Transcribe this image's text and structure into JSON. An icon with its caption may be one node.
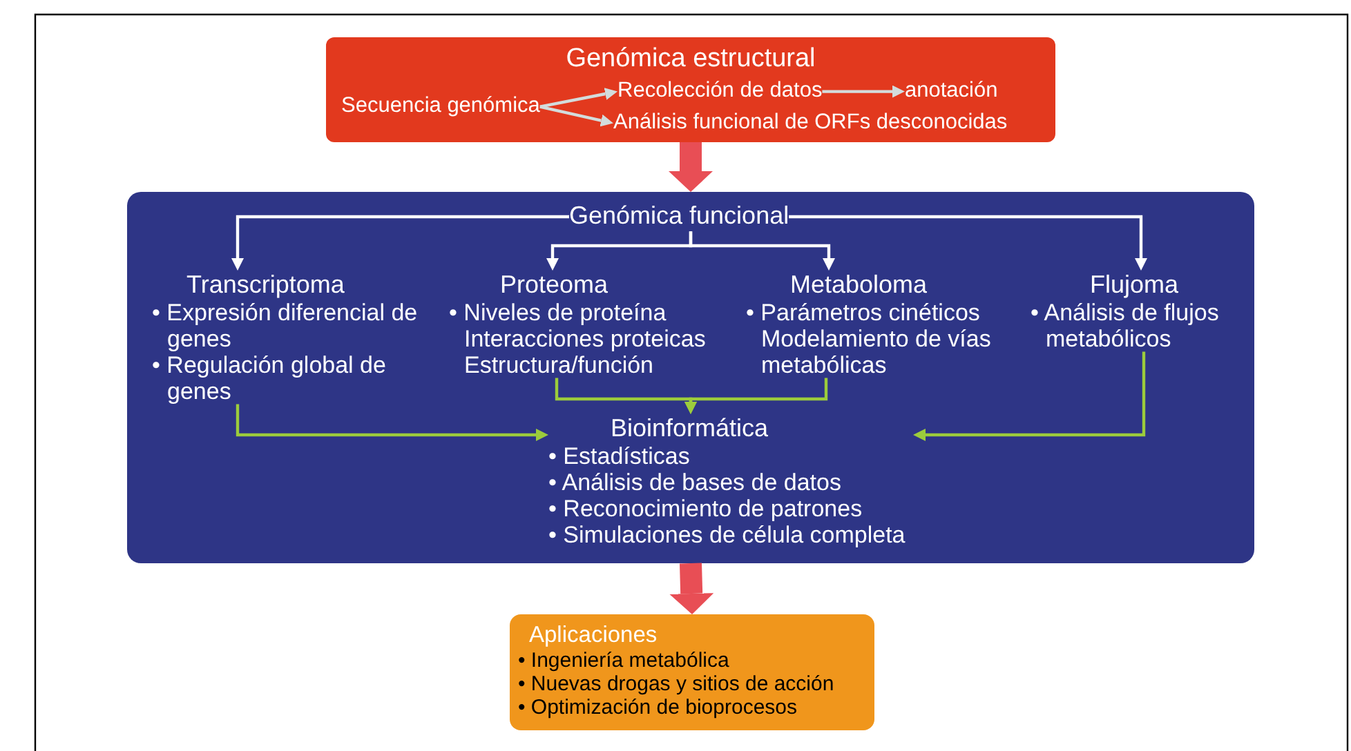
{
  "diagram": {
    "nodes": [
      {
        "text": [
          "Genómica estructural"
        ]
      },
      {
        "text": [
          "Secuencia genómica"
        ],
        "in": 0
      },
      {
        "text": [
          "Recolección de datos"
        ],
        "in": 0
      },
      {
        "text": [
          "anotación"
        ],
        "in": 0
      },
      {
        "text": [
          "Análisis funcional de ORFs desconocidas"
        ],
        "in": 0
      },
      {
        "text": [],
        "shape": "box"
      },
      {
        "text": [
          "Genómica funcional"
        ],
        "in": 5
      },
      {
        "text": [
          "Transcriptoma",
          "• Expresión diferencial de genes",
          "• Regulación global de genes"
        ],
        "in": 5
      },
      {
        "text": [
          "Proteoma",
          "• Niveles de proteína",
          "Interacciones proteicas",
          "Estructura/función"
        ],
        "in": 5
      },
      {
        "text": [
          "Metaboloma",
          "• Parámetros cinéticos",
          "Modelamiento de vías metabólicas"
        ],
        "in": 5
      },
      {
        "text": [
          "Flujoma",
          "• Análisis de flujos metabólicos"
        ],
        "in": 5
      },
      {
        "text": [
          "Bioinformática",
          "• Estadísticas",
          "• Análisis de bases de datos",
          "• Reconocimiento de patrones",
          "• Simulaciones de célula completa"
        ],
        "in": 5
      },
      {
        "text": [
          "Aplicaciones",
          "• Ingeniería metabólica",
          "• Nuevas drogas y sitios de acción",
          "• Optimización de bioprocesos"
        ]
      }
    ],
    "edges": [
      {
        "from": 1,
        "to": 2,
        "arrow": "to",
        "color": "#d3dcdc"
      },
      {
        "from": 1,
        "to": 4,
        "arrow": "to",
        "color": "#d3dcdc"
      },
      {
        "from": 2,
        "to": 3,
        "arrow": "to",
        "color": "#d3dcdc"
      },
      {
        "from": 6,
        "to": 7,
        "arrow": "to",
        "color": "#ffffff"
      },
      {
        "from": 6,
        "to": 8,
        "arrow": "to",
        "color": "#ffffff"
      },
      {
        "from": 6,
        "to": 9,
        "arrow": "to",
        "color": "#ffffff"
      },
      {
        "from": 6,
        "to": 10,
        "arrow": "to",
        "color": "#ffffff"
      },
      {
        "from": 7,
        "to": 11,
        "arrow": "to",
        "color": "#9ccc3c"
      },
      {
        "from": 8,
        "to": 11,
        "arrow": "to",
        "color": "#9ccc3c"
      },
      {
        "from": 9,
        "to": 11,
        "arrow": "to",
        "color": "#9ccc3c"
      },
      {
        "from": 10,
        "to": 11,
        "arrow": "to",
        "color": "#9ccc3c"
      },
      {
        "from": 0,
        "to": 5,
        "arrow": "to",
        "style": "thick",
        "color": "#e84e55"
      },
      {
        "from": 5,
        "to": 12,
        "arrow": "to",
        "style": "thick",
        "color": "#e84e55"
      }
    ]
  }
}
